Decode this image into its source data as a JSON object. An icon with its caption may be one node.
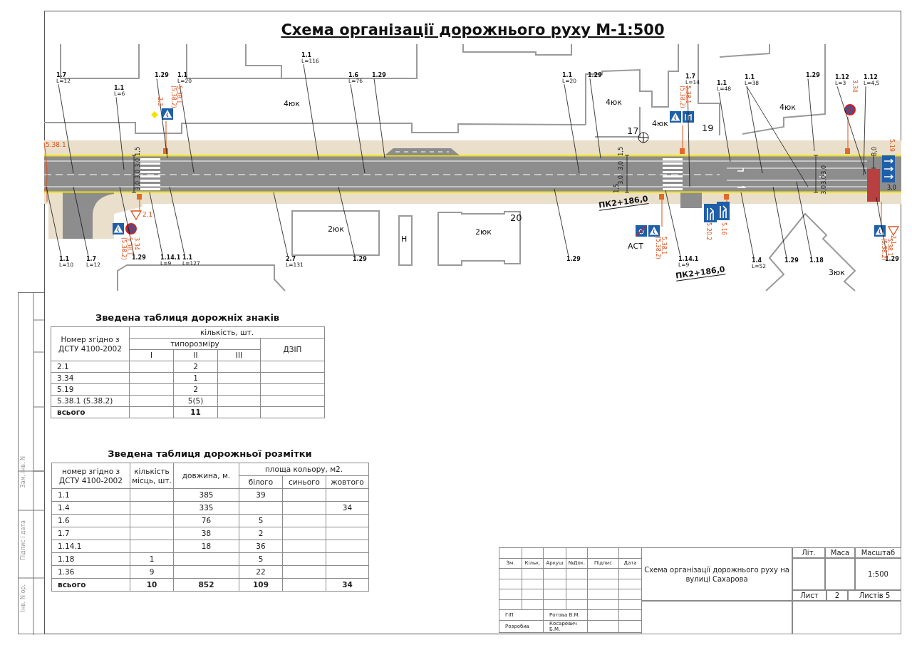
{
  "diagram": {
    "title": "Схема організації дорожнього руху М-1:500",
    "nodes": [
      {
        "text": [
          "1.7",
          "L=12"
        ]
      },
      {
        "text": [
          "1.1",
          "L=6"
        ]
      },
      {
        "text": [
          "1.29"
        ]
      },
      {
        "text": [
          "1.1",
          "L=20"
        ]
      },
      {
        "text": [
          "1.1",
          "L=116"
        ]
      },
      {
        "text": [
          "1.6",
          "L=76"
        ]
      },
      {
        "text": [
          "1.29"
        ]
      },
      {
        "text": [
          "1.1",
          "L=20"
        ]
      },
      {
        "text": [
          "1.29"
        ]
      },
      {
        "text": [
          "1.7",
          "L=14"
        ]
      },
      {
        "text": [
          "1.1",
          "L=48"
        ]
      },
      {
        "text": [
          "1.1",
          "L=38"
        ]
      },
      {
        "text": [
          "1.29"
        ]
      },
      {
        "text": [
          "1.12",
          "L=3"
        ]
      },
      {
        "text": [
          "1.12",
          "L=4,5"
        ]
      },
      {
        "text": [
          "1.1",
          "L=10"
        ]
      },
      {
        "text": [
          "1.7",
          "L=12"
        ]
      },
      {
        "text": [
          "1.29"
        ]
      },
      {
        "text": [
          "1.14.1",
          "L=9"
        ]
      },
      {
        "text": [
          "1.1",
          "L=127"
        ]
      },
      {
        "text": [
          "2.7",
          "L=131"
        ]
      },
      {
        "text": [
          "1.29"
        ]
      },
      {
        "text": [
          "1.29"
        ]
      },
      {
        "text": [
          "1.14.1",
          "L=9"
        ]
      },
      {
        "text": [
          "1.4",
          "L=52"
        ]
      },
      {
        "text": [
          "1.29"
        ]
      },
      {
        "text": [
          "1.18"
        ]
      },
      {
        "text": [
          "1.29"
        ]
      }
    ],
    "edges": [
      {
        "from": 0,
        "to": null,
        "arrow": "none"
      },
      {
        "from": 1,
        "to": null,
        "arrow": "none"
      },
      {
        "from": 2,
        "to": null,
        "arrow": "none"
      },
      {
        "from": 3,
        "to": null,
        "arrow": "none"
      },
      {
        "from": 4,
        "to": null,
        "arrow": "none"
      },
      {
        "from": 5,
        "to": null,
        "arrow": "none"
      },
      {
        "from": 6,
        "to": null,
        "arrow": "none"
      },
      {
        "from": 7,
        "to": null,
        "arrow": "none"
      },
      {
        "from": 8,
        "to": null,
        "arrow": "none"
      },
      {
        "from": 9,
        "to": null,
        "arrow": "none"
      },
      {
        "from": 10,
        "to": null,
        "arrow": "none"
      },
      {
        "from": 11,
        "to": null,
        "arrow": "none"
      },
      {
        "from": 12,
        "to": null,
        "arrow": "none"
      },
      {
        "from": 13,
        "to": null,
        "arrow": "none"
      },
      {
        "from": 14,
        "to": null,
        "arrow": "none"
      },
      {
        "from": 15,
        "to": null,
        "arrow": "none"
      },
      {
        "from": 16,
        "to": null,
        "arrow": "none"
      },
      {
        "from": 17,
        "to": null,
        "arrow": "none"
      },
      {
        "from": 18,
        "to": null,
        "arrow": "none"
      },
      {
        "from": 19,
        "to": null,
        "arrow": "none"
      },
      {
        "from": 20,
        "to": null,
        "arrow": "none"
      },
      {
        "from": 21,
        "to": null,
        "arrow": "none"
      },
      {
        "from": 22,
        "to": null,
        "arrow": "none"
      },
      {
        "from": 23,
        "to": null,
        "arrow": "none"
      },
      {
        "from": 24,
        "to": null,
        "arrow": "none"
      },
      {
        "from": 25,
        "to": null,
        "arrow": "none"
      },
      {
        "from": 26,
        "to": null,
        "arrow": "none"
      },
      {
        "from": 27,
        "to": null,
        "arrow": "none"
      },
      {
        "from": 11,
        "to": null,
        "arrow": "none"
      }
    ],
    "labels": [
      "5.38.1",
      "2.3",
      "5.38.1 (5.38.2)",
      "4юк",
      "4юк",
      "5.38.1 (5.38.2)",
      "17",
      "4юк",
      "19",
      "4юк",
      "3.34",
      "5.19",
      "1,5",
      "3,0",
      "3,0",
      "3,0",
      "2.1",
      "5.38.1 (5.38.2)",
      "3.34",
      "2юк",
      "Н",
      "20",
      "2юк",
      "1,5",
      "3,0",
      "3,0",
      "1,5",
      "ПК2+186,0",
      "АСТ",
      "5.38.1 (5.38.2)",
      "5.20.2",
      "5.16",
      "ПК2+186,0",
      "3,0",
      "3,0",
      "3,0",
      "3,0",
      "3,0",
      "3юк",
      "5.38.1 (5.38.2)",
      "2.1",
      "Зам. інв. N",
      "Підпис і дата",
      "Інв. N ор.",
      "Зведена таблиця дорожніх знаків",
      "Номер згідно з ДСТУ 4100-2002",
      "кількість, шт.",
      "типорозміру",
      "ДЗІП",
      "I",
      "II",
      "III",
      "2.1",
      "2",
      "3.34",
      "1",
      "5.19",
      "2",
      "5.38.1 (5.38.2)",
      "5(5)",
      "всього",
      "11",
      "Зведена таблиця дорожньої розмітки",
      "номер згідно з ДСТУ 4100-2002",
      "кількість місць, шт.",
      "довжина, м.",
      "площа кольору, м2.",
      "білого",
      "синього",
      "жовтого",
      "1.1",
      "385",
      "39",
      "1.4",
      "335",
      "34",
      "1.6",
      "76",
      "5",
      "1.7",
      "38",
      "2",
      "1.14.1",
      "18",
      "36",
      "1.18",
      "1",
      "5",
      "1.36",
      "9",
      "22",
      "всього",
      "10",
      "852",
      "109",
      "34",
      "Зм.",
      "Кільк.",
      "Аркуш",
      "№Док.",
      "Підпис",
      "Дата",
      "Схема організації дорожнього руху на вулиці Сахарова",
      "Літ.",
      "Маса",
      "Масштаб",
      "1:500",
      "Лист",
      "2",
      "Листів 5",
      "ГІП",
      "Ротова В.М.",
      "Розробив",
      "Косаревич Б.М."
    ]
  }
}
